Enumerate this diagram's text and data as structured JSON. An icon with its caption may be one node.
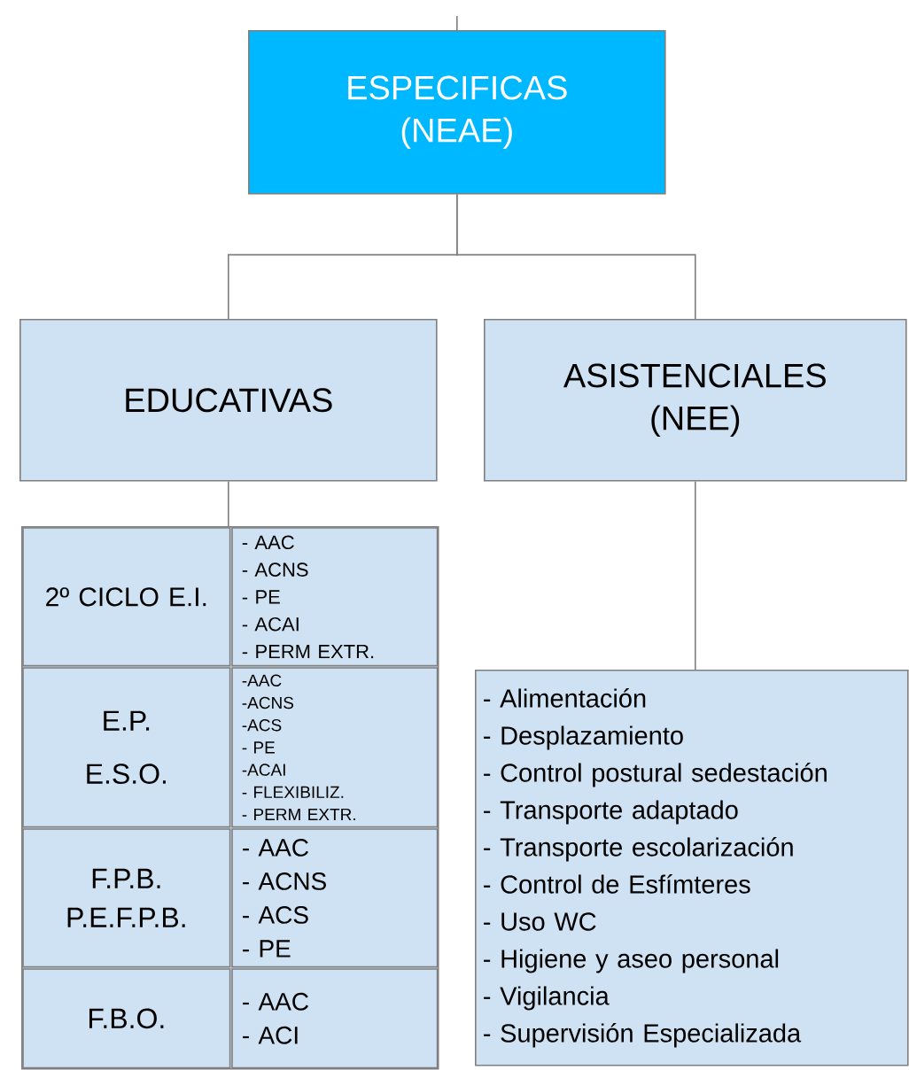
{
  "diagram": {
    "nodes": [
      {
        "text": [
          "ESPECIFICAS (NEAE)"
        ]
      },
      {
        "text": [
          "EDUCATIVAS"
        ]
      },
      {
        "text": [
          "ASISTENCIALES (NEE)"
        ]
      },
      {
        "text": [],
        "shape": "box"
      },
      {
        "text": [
          "2º CICLO E.I."
        ],
        "in": 3
      },
      {
        "text": [
          "- AAC",
          "- ACNS",
          "- PE",
          "- ACAI",
          "- PERM EXTR."
        ],
        "in": 3
      },
      {
        "text": [
          "E.P. E.S.O."
        ],
        "in": 3
      },
      {
        "text": [
          "-AAC",
          "-ACNS",
          "-ACS",
          "- PE",
          "-ACAI",
          "- FLEXIBILIZ.",
          "- PERM EXTR."
        ],
        "in": 3
      },
      {
        "text": [
          "F.P.B. P.E.F.P.B."
        ],
        "in": 3
      },
      {
        "text": [
          "- AAC",
          "- ACNS",
          "- ACS",
          "- PE"
        ],
        "in": 3
      },
      {
        "text": [
          "F.B.O."
        ],
        "in": 3
      },
      {
        "text": [
          "- AAC",
          "- ACI"
        ],
        "in": 3
      },
      {
        "text": [
          "- Alimentación",
          "- Desplazamiento",
          "- Control postural sedestación",
          "- Transporte adaptado",
          "- Transporte escolarización",
          "- Control de Esfímteres",
          "- Uso WC",
          "- Higiene y aseo personal",
          "- Vigilancia",
          "- Supervisión Especializada"
        ]
      }
    ],
    "edges": [
      {
        "from": null,
        "to": 0,
        "arrow": "none"
      },
      {
        "from": 0,
        "to": 1,
        "arrow": "none"
      },
      {
        "from": 0,
        "to": 2,
        "arrow": "none"
      },
      {
        "from": 1,
        "to": 3,
        "arrow": "none"
      },
      {
        "from": 2,
        "to": 12,
        "arrow": "none"
      }
    ]
  }
}
